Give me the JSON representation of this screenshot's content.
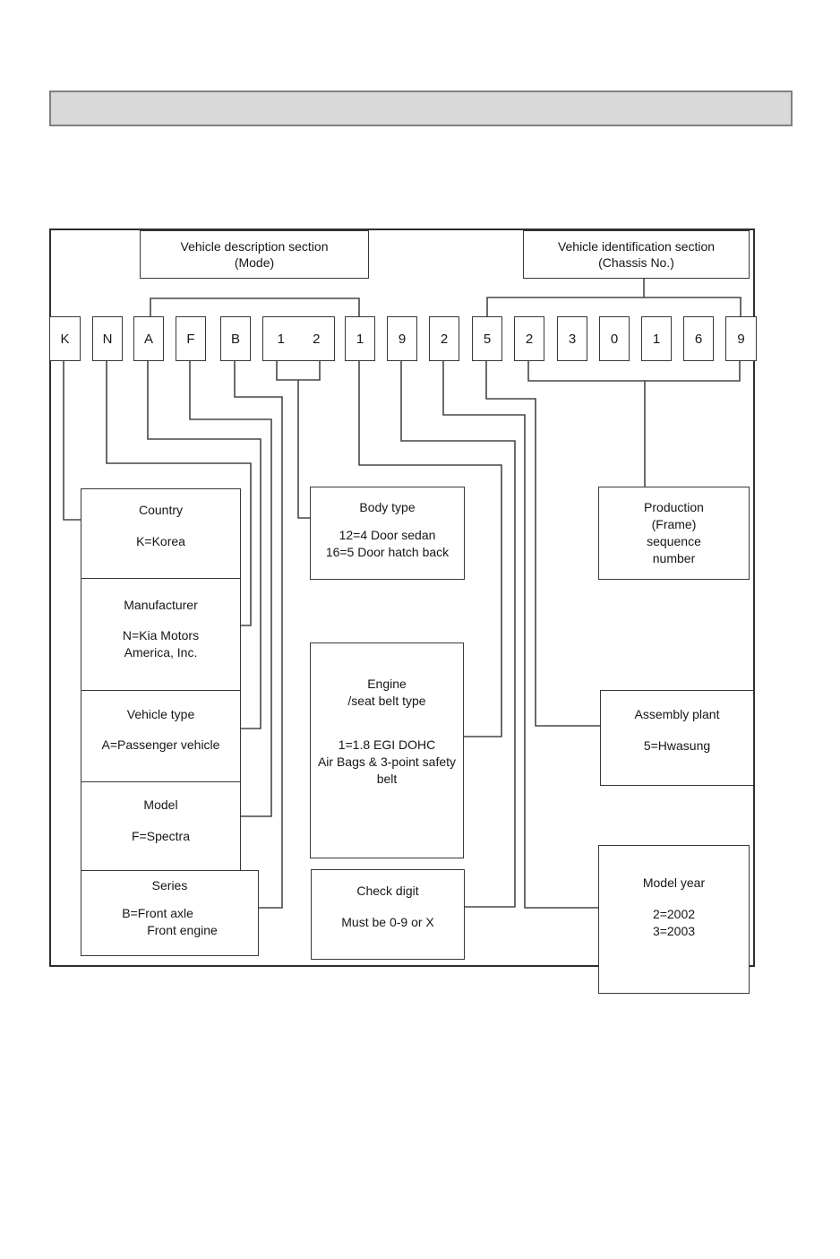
{
  "header_bar": {
    "text": ""
  },
  "diagram": {
    "section_headers": {
      "description": {
        "line1": "Vehicle description section",
        "line2": "(Mode)"
      },
      "identification": {
        "line1": "Vehicle identification section",
        "line2": "(Chassis No.)"
      }
    },
    "vin_boxes": [
      {
        "chars": [
          "K"
        ]
      },
      {
        "chars": [
          "N"
        ]
      },
      {
        "chars": [
          "A"
        ]
      },
      {
        "chars": [
          "F"
        ]
      },
      {
        "chars": [
          "B"
        ]
      },
      {
        "chars": [
          "1",
          "2"
        ]
      },
      {
        "chars": [
          "1"
        ]
      },
      {
        "chars": [
          "9"
        ]
      },
      {
        "chars": [
          "2"
        ]
      },
      {
        "chars": [
          "5"
        ]
      },
      {
        "chars": [
          "2"
        ]
      },
      {
        "chars": [
          "3"
        ]
      },
      {
        "chars": [
          "0"
        ]
      },
      {
        "chars": [
          "1"
        ]
      },
      {
        "chars": [
          "6"
        ]
      },
      {
        "chars": [
          "9"
        ]
      }
    ],
    "info_boxes": {
      "country": {
        "title": "Country",
        "lines": [
          "K=Korea"
        ]
      },
      "manufacturer": {
        "title": "Manufacturer",
        "lines": [
          "N=Kia Motors",
          "America, Inc."
        ]
      },
      "vehicle_type": {
        "title": "Vehicle type",
        "lines": [
          "A=Passenger vehicle"
        ]
      },
      "model": {
        "title": "Model",
        "lines": [
          "F=Spectra"
        ]
      },
      "series": {
        "title": "Series",
        "lines": [
          "B=Front axle",
          "Front engine"
        ]
      },
      "body_type": {
        "title": "Body type",
        "lines": [
          "12=4 Door sedan",
          "16=5 Door hatch back"
        ]
      },
      "engine": {
        "title": "Engine",
        "subtitle": "/seat belt type",
        "lines": [
          "1=1.8 EGI DOHC",
          "Air Bags & 3-point safety",
          "belt"
        ]
      },
      "check_digit": {
        "title": "Check digit",
        "lines": [
          "Must be 0-9 or X"
        ]
      },
      "production": {
        "lines": [
          "Production",
          "(Frame)",
          "sequence",
          "number"
        ]
      },
      "assembly_plant": {
        "title": "Assembly plant",
        "lines": [
          "5=Hwasung"
        ]
      },
      "model_year": {
        "title": "Model year",
        "lines": [
          "2=2002",
          "3=2003"
        ]
      }
    },
    "colors": {
      "bar_fill": "#d9d9d9",
      "bar_border": "#808080",
      "line": "#474747",
      "box_border": "#383838",
      "text": "#161616"
    }
  }
}
